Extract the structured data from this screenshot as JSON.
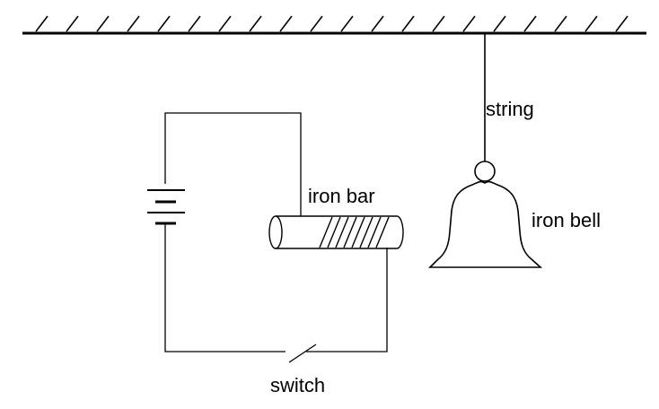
{
  "labels": {
    "string": "string",
    "iron_bar": "iron bar",
    "iron_bell": "iron bell",
    "switch": "switch"
  },
  "colors": {
    "line": "#000000",
    "background": "#ffffff"
  }
}
